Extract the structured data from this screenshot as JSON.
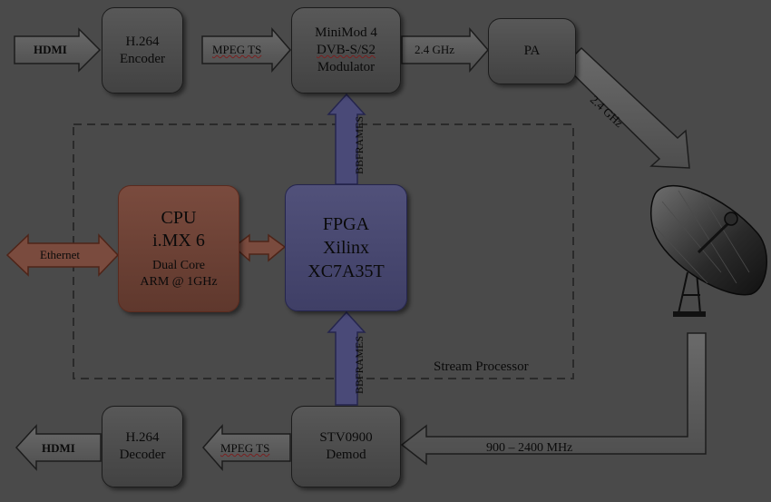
{
  "blocks": {
    "encoder": [
      "H.264",
      "Encoder"
    ],
    "modulator": [
      "MiniMod 4",
      "DVB-S/S2",
      "Modulator"
    ],
    "pa": [
      "PA"
    ],
    "cpu": {
      "title": [
        "CPU",
        "i.MX 6"
      ],
      "detail": [
        "Dual Core",
        "ARM @ 1GHz"
      ]
    },
    "fpga": [
      "FPGA",
      "Xilinx",
      "XC7A35T"
    ],
    "demod": [
      "STV0900",
      "Demod"
    ],
    "decoder": [
      "H.264",
      "Decoder"
    ]
  },
  "labels": {
    "hdmi_in": "HDMI",
    "mpeg_ts_tx": "MPEG TS",
    "ghz_tx": "2.4 GHz",
    "ghz_antenna": "2.4 GHz",
    "ethernet": "Ethernet",
    "bbframes_up": "BBFRAMES",
    "bbframes_down": "BBFRAMES",
    "stream_processor": "Stream Processor",
    "mpeg_ts_rx": "MPEG TS",
    "hdmi_out": "HDMI",
    "rf_range": "900 – 2400 MHz"
  },
  "icons": {
    "antenna": "satellite-dish-icon"
  },
  "colors": {
    "background": "#4a4a4a",
    "cpu_fill": "#6b4033",
    "fpga_fill": "#47476f",
    "arrow_fill": "#5e5e5e",
    "ethernet_arrow": "#7a4b3e",
    "bbframes_arrow": "#4a4a78"
  }
}
